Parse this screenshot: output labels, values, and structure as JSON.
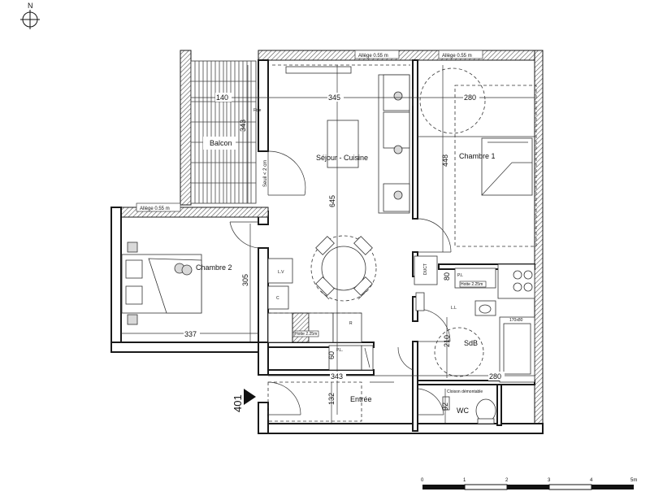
{
  "compass": {
    "label": "N"
  },
  "rooms": {
    "sejour": "Séjour - Cuisine",
    "chambre1": "Chambre 1",
    "chambre2": "Chambre 2",
    "balcon": "Balcon",
    "sdb": "SdB",
    "wc": "WC",
    "entree": "Entrée"
  },
  "dimensions": {
    "balcon_w": "140",
    "sejour_w": "345",
    "ch1_w": "280",
    "balcon_h": "343",
    "sejour_h": "645",
    "ch1_h": "448",
    "ch2_h": "305",
    "ch2_w": "337",
    "entree_w": "343",
    "sdb_w": "280",
    "sdb_h": "210",
    "cupboard_h": "80",
    "pl_h": "60",
    "entree_h": "132",
    "wc_h": "92"
  },
  "annotations": {
    "allege1": "Allège 0.55 m",
    "allege2": "Allège 0.55 m",
    "allege3": "Allège 0.55 m",
    "fixe": "Fixe",
    "seuil": "Seuil < 2 cm",
    "lv": "L.V",
    "pl1": "P.L",
    "pl2": "P.L.",
    "ll": "L.L",
    "r": "R",
    "hotte1": "Hotte 2.25m",
    "hotte2": "Hotte 2.25m",
    "bath": "170x80",
    "cloison": "Cloison démontable",
    "duct": "DUCT",
    "c": "C",
    "door_number": "401"
  },
  "scale": {
    "ticks": [
      "0",
      "1",
      "2",
      "3",
      "4",
      "5m"
    ]
  }
}
